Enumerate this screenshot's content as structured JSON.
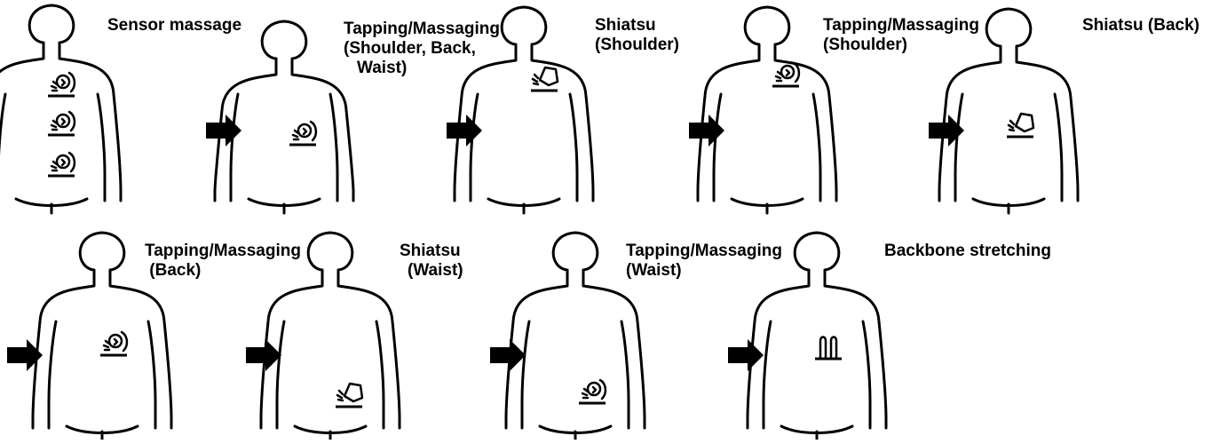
{
  "steps": [
    {
      "lines": [
        "Sensor massage"
      ],
      "icon": "sensor-roller-icon",
      "count": 3
    },
    {
      "lines": [
        "Tapping/Massaging",
        "(Shoulder, Back,",
        "Waist)"
      ],
      "icon": "tapping-roller-icon",
      "count": 1
    },
    {
      "lines": [
        "Shiatsu",
        "(Shoulder)"
      ],
      "icon": "shiatsu-roller-icon",
      "count": 1
    },
    {
      "lines": [
        "Tapping/Massaging",
        "(Shoulder)"
      ],
      "icon": "tapping-roller-icon",
      "count": 1
    },
    {
      "lines": [
        "Shiatsu (Back)"
      ],
      "icon": "shiatsu-roller-icon",
      "count": 1
    },
    {
      "lines": [
        "Tapping/Massaging",
        " (Back)"
      ],
      "icon": "tapping-roller-icon",
      "count": 1
    },
    {
      "lines": [
        "Shiatsu",
        "(Waist)"
      ],
      "icon": "shiatsu-roller-icon",
      "count": 1
    },
    {
      "lines": [
        "Tapping/Massaging",
        "(Waist)"
      ],
      "icon": "tapping-roller-icon",
      "count": 1
    },
    {
      "lines": [
        "Backbone stretching"
      ],
      "icon": "stretch-roller-icon",
      "count": 1
    }
  ],
  "arrow_icon": "right-arrow-icon",
  "figure_icon": "human-back-figure-icon"
}
